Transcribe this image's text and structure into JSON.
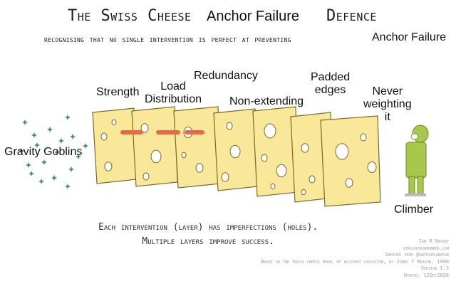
{
  "title": {
    "part1": "The Swiss Cheese",
    "part2": "Anchor Failure",
    "part3": "Defence"
  },
  "subtitle": {
    "part1": "recognising that no single intervention is perfect at preventing",
    "part2": "Anchor Failure"
  },
  "layers": {
    "strength": "Strength",
    "load_distribution": [
      "Load",
      "Distribution"
    ],
    "redundancy": "Redundancy",
    "non_extending": "Non-extending",
    "padded_edges": [
      "Padded",
      "edges"
    ],
    "never_weighting": [
      "Never",
      "weighting",
      "it"
    ]
  },
  "hazard": "Gravity Goblins",
  "target": "Climber",
  "caption": [
    "Each intervention (layer) has imperfections (holes).",
    "Multiple layers improve success."
  ],
  "credits": [
    "Ian M Mackay",
    "virologydownunder.com",
    "Derived from @sketchplanator",
    "Based on the Swiss cheese model of accident causation, by James T Reason, 1990",
    "Version 1.3",
    "Update: 12Oct2020"
  ],
  "colors": {
    "cheese": "#f9e79a",
    "cheese_edge": "#7a6a2a",
    "arrow": "#e8694a",
    "goblin": "#3f9a5a",
    "climber": "#a7c84a"
  }
}
